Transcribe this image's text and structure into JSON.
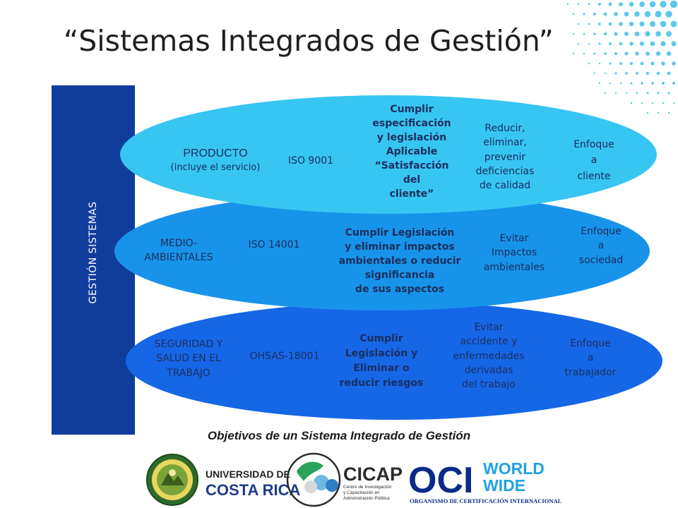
{
  "slide": {
    "title": "“Sistemas Integrados de Gestión”",
    "side_label": "GESTIÓN SISTEMAS",
    "caption": "Objetivos de un Sistema Integrado de Gestión"
  },
  "rows": [
    {
      "color": "#37c5f2",
      "area": [
        "PRODUCTO",
        "(incluye el servicio)"
      ],
      "standard": "ISO 9001",
      "requirement": [
        "Cumplir",
        "especificación",
        "y legislación",
        "Aplicable",
        "“Satisfacción",
        "del",
        "cliente”"
      ],
      "objective": [
        "Reducir,",
        "eliminar,",
        "prevenir",
        "deficiencias",
        "de calidad"
      ],
      "focus": [
        "Enfoque",
        "a",
        "cliente"
      ]
    },
    {
      "color": "#1893ea",
      "area": [
        "MEDIO-",
        "AMBIENTALES"
      ],
      "standard": "ISO 14001",
      "requirement": [
        "Cumplir Legislación",
        "y eliminar impactos",
        "ambientales o reducir",
        "significancia",
        "de sus  aspectos"
      ],
      "objective": [
        "Evitar",
        "Impactos",
        "ambientales"
      ],
      "focus": [
        "Enfoque",
        "a",
        "sociedad"
      ]
    },
    {
      "color": "#1567e6",
      "area": [
        "SEGURIDAD Y",
        "SALUD EN EL",
        "TRABAJO"
      ],
      "standard": "OHSAS-18001",
      "requirement": [
        "Cumplir",
        "Legislación y",
        "Eliminar o",
        "reducir riesgos"
      ],
      "objective": [
        "Evitar",
        "accidente y",
        "enfermedades",
        "derivadas",
        "del trabajo"
      ],
      "focus": [
        "Enfoque",
        "a",
        "trabajador"
      ]
    }
  ],
  "logos": {
    "ucr": {
      "name_line1": "UNIVERSIDAD DE",
      "name_line2": "COSTA RICA"
    },
    "cicap": {
      "name": "CICAP",
      "desc": [
        "Centro de Investigación",
        "y Capacitación en",
        "Administración Pública"
      ]
    },
    "oci": {
      "name": "OCI",
      "tag1": "WORLD",
      "tag2": "WIDE",
      "desc": "ORGANISMO DE CERTIFICACIÓN INTERNACIONAL"
    }
  },
  "colors": {
    "accent_dots": "#5bc8ec",
    "bar": "#103d9b",
    "ucr_blue": "#1f3b8c",
    "cicap_dark": "#2b2b2b",
    "oci_blue": "#0a2a8a",
    "oci_cyan": "#1fa3e0"
  }
}
